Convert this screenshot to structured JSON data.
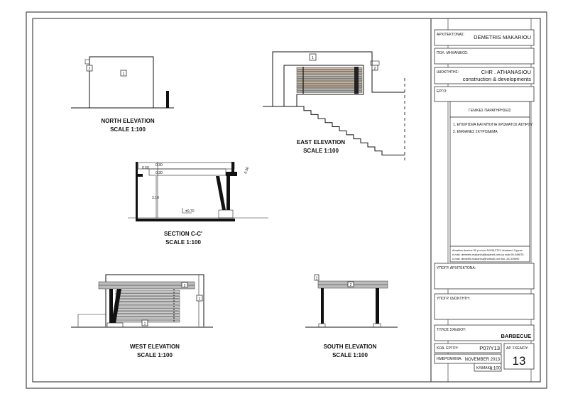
{
  "sheet": {
    "views": {
      "north": {
        "title": "NORTH ELEVATION",
        "scale": "SCALE 1:100",
        "tags": [
          "1",
          "2"
        ]
      },
      "east": {
        "title": "EAST ELEVATION",
        "scale": "SCALE 1:100",
        "tags": [
          "1",
          "2"
        ]
      },
      "section": {
        "title": "SECTION C-C'",
        "scale": "SCALE 1:100",
        "dims": [
          "0.50",
          "0.30",
          "0.30",
          "3.10",
          "±0.70",
          "0.30"
        ]
      },
      "west": {
        "title": "WEST ELEVATION",
        "scale": "SCALE 1:100",
        "tags": [
          "1",
          "2",
          "1"
        ]
      },
      "south": {
        "title": "SOUTH ELEVATION",
        "scale": "SCALE 1:100",
        "tags": [
          "1",
          "2"
        ]
      }
    }
  },
  "title_block": {
    "architect_label": "ΑΡΧΙΤΕΚΤΟΝΑΣ:",
    "architect_value": "DEMETRIS MAKARIOU",
    "engineer_label": "ΠΟΛ. ΜΗΧΑΝΙΚΟΣ:",
    "owner_label": "ΙΔΙΟΚΤΗΤΗΣ:",
    "owner_line1": "CHR . ATHANASIOU",
    "owner_line2": "construction & developments",
    "project_label": "ΕΡΓΟ:",
    "notes_title": "ΓΕΝΙΚΕΣ ΠΑΡΑΤΗΡΗΣΕΙΣ",
    "notes": [
      "1. ΕΠΙΧΡΙΣΜΑ ΚΑΙ ΜΠΟΓΙΑ ΧΡΩΜΑΤΟΣ ΑΣΠΡΟΥ",
      "2. ΕΜΦΑΝΕΣ ΣΚΥΡΟΔΕΜΑ"
    ],
    "address": [
      "Amathus Avenue 52 p.o.box 54195,3721 Limassol, Cyprus",
      "e-mail: demetris.makariou@cytanet.com.cy   mob:99-349875",
      "e-mail: demetris.makariou@hotmail.com        fax: 25-319990"
    ],
    "architect_signature_label": "ΥΠΟΓΡ. ΑΡΧΙΤΕΚΤΟΝΑ:",
    "owner_signature_label": "ΥΠΟΓΡ. ΙΔΙΟΚΤΗΤΗ:",
    "drawing_title_label": "ΤΙΤΛΟΣ ΣΧΕΔΙΟΥ:",
    "drawing_title_value": "BARBECUE",
    "project_code_label": "ΚΩΔ. ΕΡΓΟΥ:",
    "project_code_value": "P07/Y13",
    "date_label": "ΗΜΕΡΟΜΗΝΙΑ:",
    "date_value": "NOVEMBER 2013",
    "scale_label": "ΚΛΙΜΑΚΑ",
    "scale_value": "1:100",
    "drawing_no_label": "ΑΡ. ΣΧΕΔΙΟΥ:",
    "drawing_no_value": "13"
  }
}
